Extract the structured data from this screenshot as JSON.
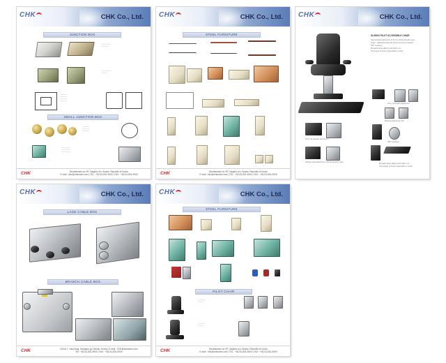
{
  "pages": [
    {
      "id": "p1",
      "logo": "CHK",
      "company": "CHK Co., Ltd.",
      "sections": [
        "JUNCTION BOX",
        "SMALL JUNCTION BOX"
      ],
      "footer_address": "Bonstancker on SP, Gayjeon-Ku, Busan, Republic of Korea",
      "footer_contact": "E-mail : info@chkmarin.com | TEL : +82-51-831-9000 | FAX : +82-51-831-9009"
    },
    {
      "id": "p2",
      "logo": "CHK",
      "company": "CHK Co., Ltd.",
      "sections": [
        "STEEL FURNITURE"
      ],
      "footer_address": "Bonstancker on SP, Gayjeon-Ku, Busan, Republic of Korea",
      "footer_contact": "E-mail : info@chkmarin.com | TEL : +82-51-831-9000 | FAX : +82-51-831-9009"
    },
    {
      "id": "p3",
      "logo": "CHK",
      "company": "CHK Co., Ltd.",
      "sections": [],
      "title": "SLIDING PILOT ACCESSIBLE CHAIR",
      "bullets": [
        "Seat forward adjustment of 3&deg;min; shock absorber type",
        "Angle - adjustable backrest and armrest are included",
        "360&deg; revolving",
        "Movable along sliding track within       mm",
        "The length of track is adjustable to order"
      ],
      "callouts": [
        "Fore / aft height adjustment",
        "Backrest adjustment 45&deg;",
        "Fore / aft position adjustment",
        "360&deg; revolving",
        "Sliding height adjustment (shock absorber type)",
        "Movable along sliding track within        mm",
        "(The length of track is adjustable to order)"
      ]
    },
    {
      "id": "p4",
      "logo": "CHK",
      "company": "CHK Co., Ltd.",
      "sections": [
        "LAGE CABLE BOX",
        "BRANCH CABLE BOX"
      ],
      "footer_address": "#1116-7, Jae-Dong, Gangseo-gu, Busan, Korea | E-mail : CHK@chkmarin.com",
      "footer_contact": "Tel : +82-51-831-9000 | FAX : +82-51-831-9009"
    },
    {
      "id": "p5",
      "logo": "CHK",
      "company": "CHK Co., Ltd.",
      "sections": [
        "STEEL FURNITURE",
        "PILOT CHAIR"
      ],
      "footer_address": "Bonstancker on SP, Gayjeon-Ku, Busan, Republic of Korea",
      "footer_contact": "E-mail : info@chkmarin.com | TEL : +82-51-831-9000 | FAX : +82-51-831-9009"
    }
  ]
}
